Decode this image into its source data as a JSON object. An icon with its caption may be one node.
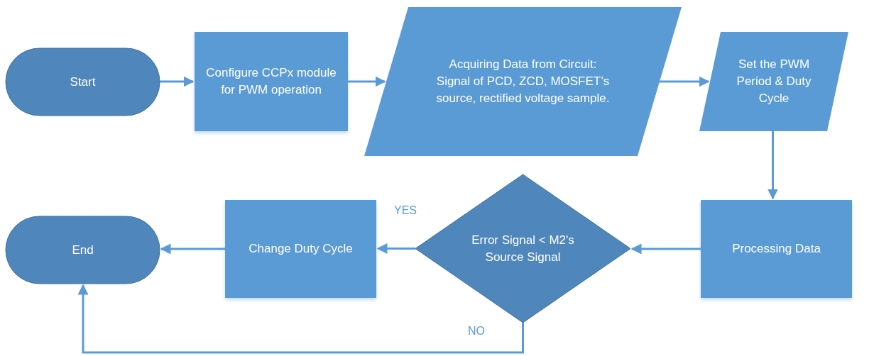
{
  "diagram": {
    "nodes": [
      {
        "text": [
          "Start"
        ]
      },
      {
        "text": [
          "Configure CCPx module for PWM operation"
        ]
      },
      {
        "text": [
          "Acquiring Data from Circuit: Signal of PCD, ZCD, MOSFET’s source, rectified voltage sample."
        ]
      },
      {
        "text": [
          "Set the PWM Period & Duty Cycle"
        ]
      },
      {
        "text": [
          "Processing Data"
        ]
      },
      {
        "text": [
          "Error Signal < M2's Source Signal"
        ]
      },
      {
        "text": [
          "Change Duty Cycle"
        ]
      },
      {
        "text": [
          "End"
        ]
      }
    ],
    "edges": [
      {
        "from": 0,
        "to": 1,
        "arrow": "to"
      },
      {
        "from": 1,
        "to": 2,
        "arrow": "to"
      },
      {
        "from": 2,
        "to": 3,
        "arrow": "to"
      },
      {
        "from": 3,
        "to": 4,
        "arrow": "to"
      },
      {
        "from": 4,
        "to": 5,
        "arrow": "to"
      },
      {
        "from": 5,
        "to": 6,
        "arrow": "to",
        "label": "YES"
      },
      {
        "from": 5,
        "to": 7,
        "arrow": "to",
        "label": "NO"
      },
      {
        "from": 6,
        "to": 7,
        "arrow": "to"
      }
    ]
  }
}
